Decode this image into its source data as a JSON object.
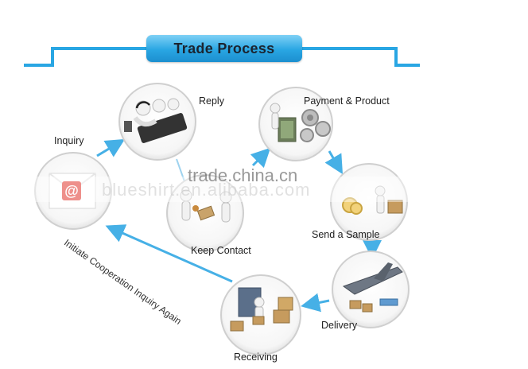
{
  "title": "Trade Process",
  "steps": {
    "inquiry": "Inquiry",
    "reply": "Reply",
    "payment_product": "Payment & Product",
    "send_sample": "Send a Sample",
    "delivery": "Delivery",
    "receiving": "Receiving",
    "keep_contact": "Keep Contact",
    "initiate_again": "Initiate Cooperation Inquiry Again"
  },
  "watermarks": {
    "main": "trade.china.cn",
    "shop": "blueshirt.en.alibaba.com"
  },
  "colors": {
    "accent": "#29a6e3",
    "bracket": "#29a6e3",
    "arrow": "#46b0e6",
    "circle_border": "#c9c9c9"
  },
  "icons": {
    "inquiry": "email-at-icon",
    "reply": "call-center-icon",
    "payment_product": "money-gears-icon",
    "send_sample": "parcel-handoff-icon",
    "delivery": "airplane-cargo-icon",
    "receiving": "warehouse-boxes-icon",
    "keep_contact": "handshake-icon"
  }
}
